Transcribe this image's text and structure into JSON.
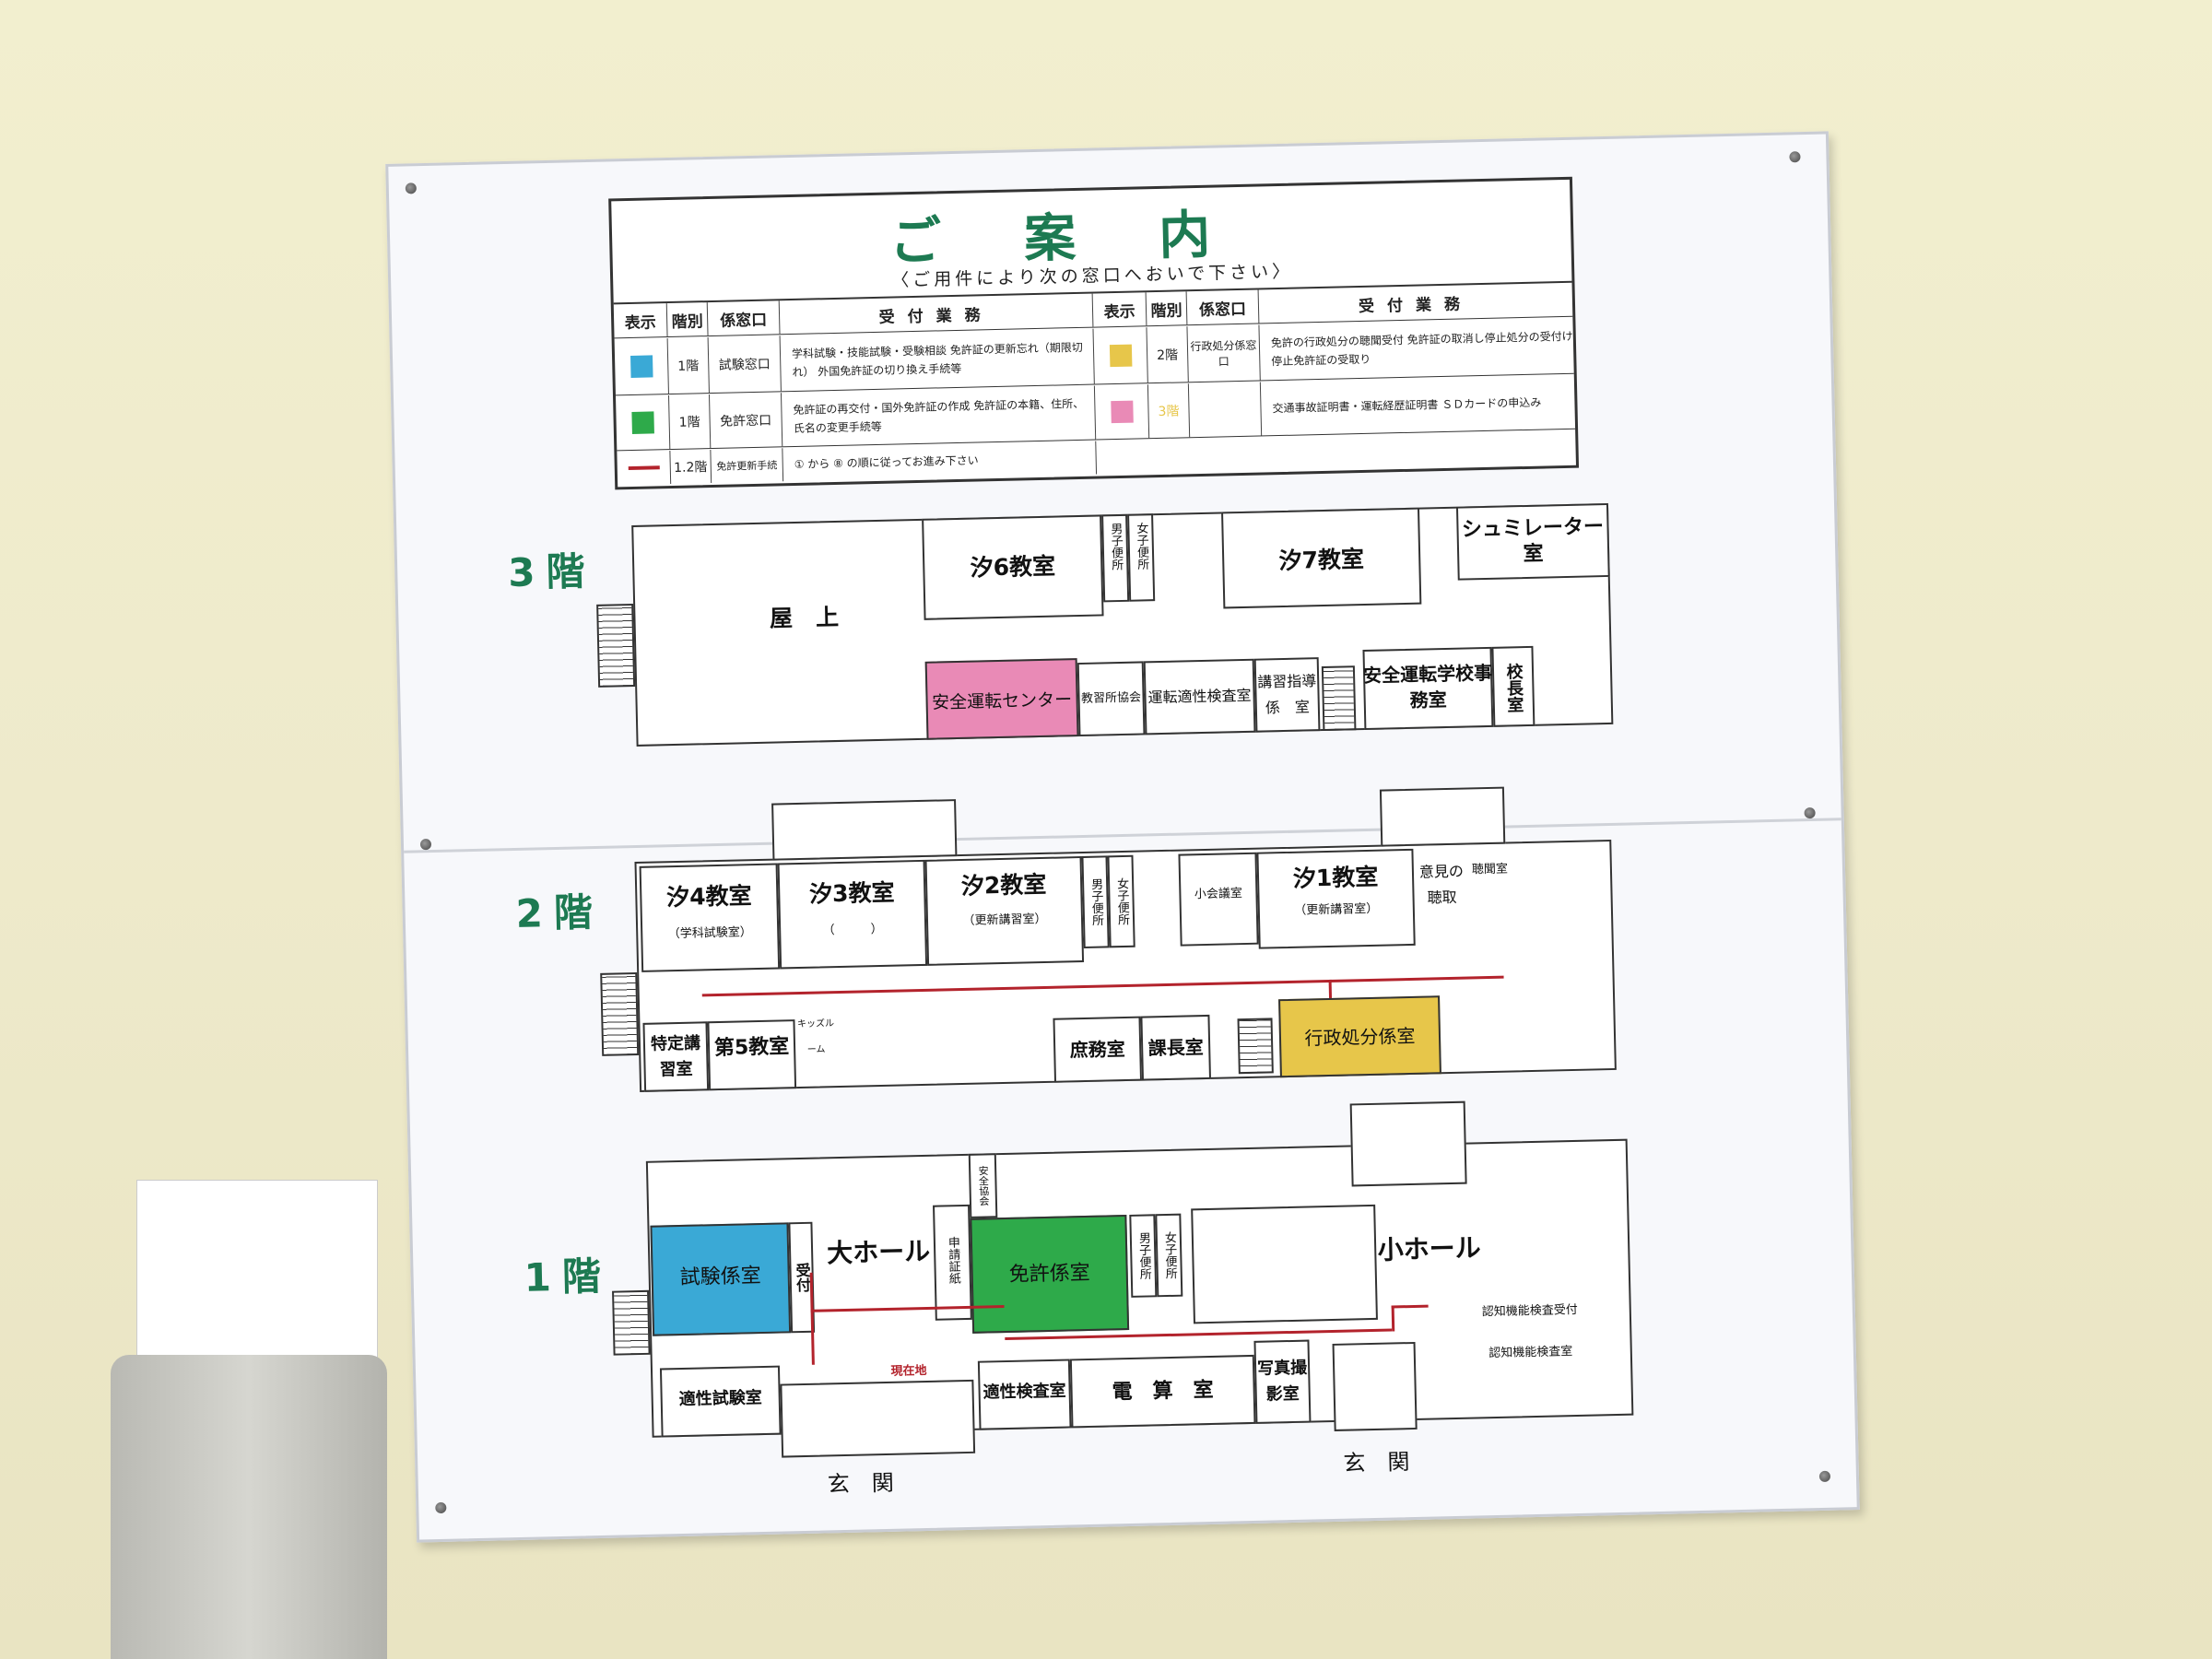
{
  "legend": {
    "title": "ご案内",
    "subtitle": "〈ご用件により次の窓口へおいで下さい〉",
    "headers": {
      "display": "表示",
      "floor": "階別",
      "window": "係窓口",
      "business": "受付業務"
    },
    "rows_left": [
      {
        "color": "#3aa9d6",
        "floor": "1階",
        "window": "試験窓口",
        "business": "学科試験・技能試験・受験相談 免許証の更新忘れ（期限切れ） 外国免許証の切り換え手続等"
      },
      {
        "color": "#2eaa4a",
        "floor": "1階",
        "window": "免許窓口",
        "business": "免許証の再交付・国外免許証の作成 免許証の本籍、住所、氏名の変更手続等"
      },
      {
        "color": "#b3232c",
        "floor": "1.2階",
        "window": "免許更新手続",
        "business": "① から ⑧ の順に従ってお進み下さい"
      }
    ],
    "rows_right": [
      {
        "color": "#e7c64a",
        "floor": "2階",
        "window": "行政処分係窓口",
        "business": "免許の行政処分の聴聞受付 免許証の取消し停止処分の受付け 停止免許証の受取り"
      },
      {
        "color": "#e98ab6",
        "floor": "3階",
        "window": "",
        "business": "交通事故証明書・運転経歴証明書 ＳＤカードの申込み"
      }
    ]
  },
  "floors": {
    "f3": {
      "label": "3階",
      "rooms": {
        "okujo": "屋　上",
        "c6": "汐6教室",
        "toilet_m": "男子便所",
        "toilet_f": "女子便所",
        "c7": "汐7教室",
        "sim": "シュミレーター室",
        "safety_center": "安全運転センター",
        "kyoshu": "教習所協会",
        "tekisei": "運転適性検査室",
        "koshu": "講習指導係　室",
        "jimu": "安全運転学校事務室",
        "kocho": "校長室"
      }
    },
    "f2": {
      "label": "2階",
      "rooms": {
        "c4": "汐4教室",
        "c4sub": "（学科試験室）",
        "c3": "汐3教室",
        "c3sub": "（　　　）",
        "c2": "汐2教室",
        "c2sub": "（更新講習室）",
        "toilet_m": "男子便所",
        "toilet_f": "女子便所",
        "small_conf": "小会議室",
        "c1": "汐1教室",
        "c1sub": "（更新講習室）",
        "iken": "意見の聴取",
        "chomon": "聴聞室",
        "tokutei": "特定講習室",
        "c5": "第5教室",
        "kids": "キッズルーム",
        "shomu": "庶務室",
        "kacho": "課長室",
        "gyosei": "行政処分係室"
      }
    },
    "f1": {
      "label": "1階",
      "rooms": {
        "shiken": "試験係室",
        "uketsuke": "受付",
        "hall": "大ホール",
        "menkyo": "免許係室",
        "toilet_m": "男子便所",
        "toilet_f": "女子便所",
        "small_hall": "小ホール",
        "tekisei_shiken": "適性試験室",
        "tekisei_kensa": "適性検査室",
        "densan": "電　算　室",
        "shashin": "写真撮影室",
        "genkan": "玄　関",
        "genkan2": "玄　関",
        "ninchi": "認知機能検査室",
        "ninchi_uke": "認知機能検査受付",
        "shinsei": "申請証紙",
        "anzen": "安全協会",
        "current": "現在地"
      }
    }
  },
  "colors": {
    "blue": "#3aa9d6",
    "green": "#2eaa4a",
    "yellow": "#e7c64a",
    "pink": "#e98ab6",
    "route": "#b3232c",
    "title_green": "#1d7a52"
  }
}
